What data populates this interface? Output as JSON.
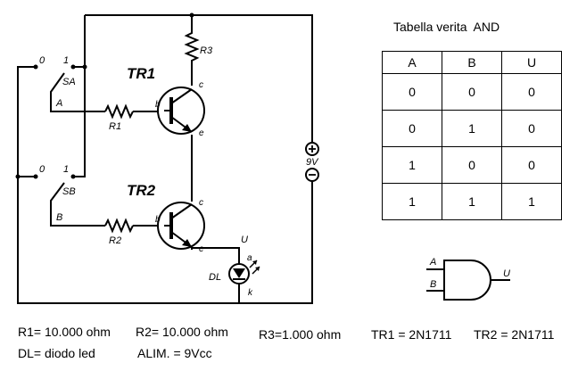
{
  "circuit": {
    "switch_a": {
      "name": "SA",
      "pos0": "0",
      "pos1": "1",
      "input": "A"
    },
    "switch_b": {
      "name": "SB",
      "pos0": "0",
      "pos1": "1",
      "input": "B"
    },
    "r1": "R1",
    "r2": "R2",
    "r3": "R3",
    "tr1": {
      "name": "TR1",
      "base": "b",
      "collector": "c",
      "emitter": "e"
    },
    "tr2": {
      "name": "TR2",
      "base": "b",
      "collector": "c",
      "emitter": "e"
    },
    "led": {
      "name": "DL",
      "anode": "a",
      "cathode": "k",
      "output": "U"
    },
    "battery": {
      "plus": "+",
      "minus": "−",
      "voltage": "9V"
    }
  },
  "truth_table": {
    "title": "Tabella verita  AND",
    "headers": [
      "A",
      "B",
      "U"
    ],
    "rows": [
      [
        "0",
        "0",
        "0"
      ],
      [
        "0",
        "1",
        "0"
      ],
      [
        "1",
        "0",
        "0"
      ],
      [
        "1",
        "1",
        "1"
      ]
    ]
  },
  "and_gate": {
    "input_a": "A",
    "input_b": "B",
    "output": "U"
  },
  "specs": {
    "r1": "R1= 10.000 ohm",
    "r2": "R2= 10.000 ohm",
    "r3": "R3=1.000 ohm",
    "tr1": "TR1 = 2N1711",
    "tr2": "TR2 = 2N1711",
    "dl": "DL= diodo led",
    "alim": "ALIM. = 9Vcc"
  }
}
